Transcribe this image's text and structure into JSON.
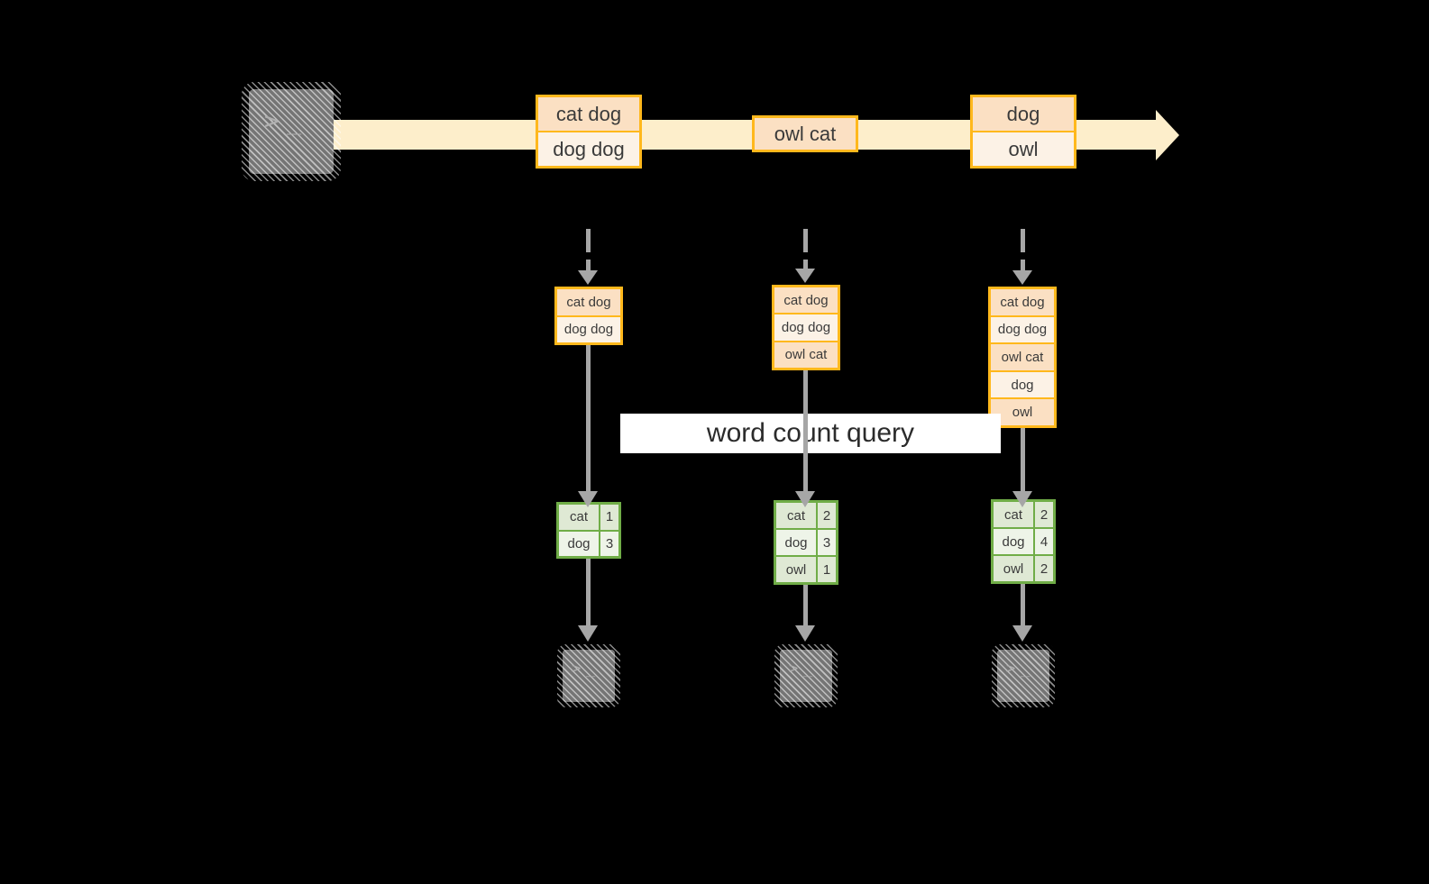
{
  "diagram": {
    "title_banner": "word count query",
    "colors": {
      "stream_fill": "#fdeecb",
      "box_border": "#ffb81c",
      "box_fill": "#fcf2e6",
      "box_fill_shaded": "#fbe0c3",
      "table_border": "#70ad47",
      "table_fill": "#eef4e8",
      "table_fill_shaded": "#dfe9d4",
      "connector": "#a6a6a6",
      "icon_body": "#757575",
      "icon_glyph": "#b0b0b0",
      "background": "#000000",
      "banner_fill": "#ffffff"
    },
    "source": {
      "icon": "terminal-icon",
      "glyph_prompt": ">",
      "glyph_cursor": "_"
    },
    "stream": {
      "groups": [
        {
          "id": "group-1",
          "rows": [
            {
              "text": "cat dog",
              "shaded": true
            },
            {
              "text": "dog dog",
              "shaded": false
            }
          ]
        },
        {
          "id": "group-2",
          "rows": [
            {
              "text": "owl cat",
              "shaded": true
            }
          ]
        },
        {
          "id": "group-3",
          "rows": [
            {
              "text": "dog",
              "shaded": true
            },
            {
              "text": "owl",
              "shaded": false
            }
          ]
        }
      ]
    },
    "snapshots": [
      {
        "id": "snapshot-1",
        "rows": [
          {
            "text": "cat dog",
            "shaded": true
          },
          {
            "text": "dog dog",
            "shaded": false
          }
        ]
      },
      {
        "id": "snapshot-2",
        "rows": [
          {
            "text": "cat dog",
            "shaded": true
          },
          {
            "text": "dog dog",
            "shaded": false
          },
          {
            "text": "owl cat",
            "shaded": true
          }
        ]
      },
      {
        "id": "snapshot-3",
        "rows": [
          {
            "text": "cat dog",
            "shaded": true
          },
          {
            "text": "dog dog",
            "shaded": false
          },
          {
            "text": "owl cat",
            "shaded": true
          },
          {
            "text": "dog",
            "shaded": false
          },
          {
            "text": "owl",
            "shaded": true
          }
        ]
      }
    ],
    "results": [
      {
        "id": "result-1",
        "rows": [
          {
            "word": "cat",
            "count": "1",
            "shaded": true
          },
          {
            "word": "dog",
            "count": "3",
            "shaded": false
          }
        ]
      },
      {
        "id": "result-2",
        "rows": [
          {
            "word": "cat",
            "count": "2",
            "shaded": true
          },
          {
            "word": "dog",
            "count": "3",
            "shaded": false
          },
          {
            "word": "owl",
            "count": "1",
            "shaded": true
          }
        ]
      },
      {
        "id": "result-3",
        "rows": [
          {
            "word": "cat",
            "count": "2",
            "shaded": true
          },
          {
            "word": "dog",
            "count": "4",
            "shaded": false
          },
          {
            "word": "owl",
            "count": "2",
            "shaded": true
          }
        ]
      }
    ],
    "sinks": [
      {
        "id": "sink-1",
        "icon": "terminal-icon",
        "glyph_prompt": ">",
        "glyph_cursor": "_"
      },
      {
        "id": "sink-2",
        "icon": "terminal-icon",
        "glyph_prompt": ">",
        "glyph_cursor": "_"
      },
      {
        "id": "sink-3",
        "icon": "terminal-icon",
        "glyph_prompt": ">",
        "glyph_cursor": "_"
      }
    ]
  }
}
